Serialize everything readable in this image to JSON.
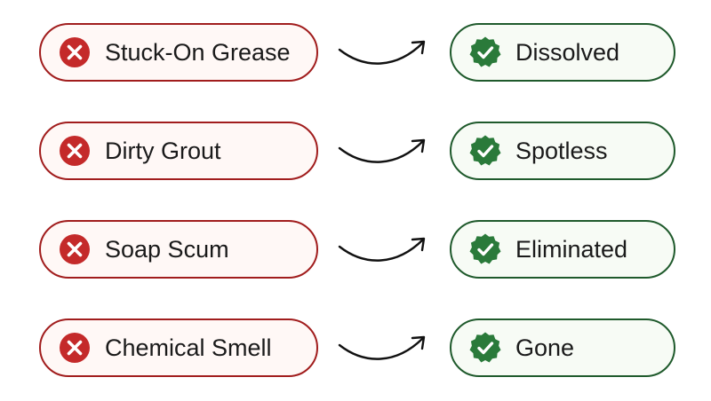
{
  "colors": {
    "problem": "#c42a2a",
    "problem_border": "#a11d1d",
    "solution": "#2a7a3a",
    "solution_border": "#1f5a2c",
    "arrow": "#111111"
  },
  "icons": {
    "problem": "x-circle-icon",
    "solution": "check-badge-icon",
    "connector": "curved-arrow-icon"
  },
  "rows": [
    {
      "problem": "Stuck-On Grease",
      "solution": "Dissolved"
    },
    {
      "problem": "Dirty Grout",
      "solution": "Spotless"
    },
    {
      "problem": "Soap Scum",
      "solution": "Eliminated"
    },
    {
      "problem": "Chemical Smell",
      "solution": "Gone"
    }
  ]
}
